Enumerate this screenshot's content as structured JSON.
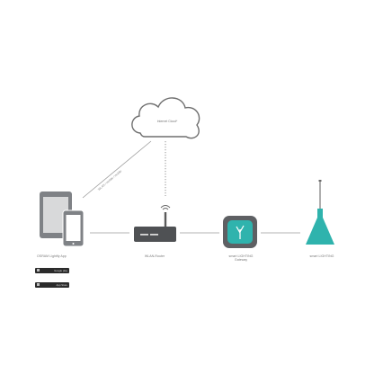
{
  "cloud": {
    "label": "Internet Cloud*"
  },
  "link": {
    "label": "WLAN / mobile / mobile"
  },
  "devices": [
    {
      "id": "app",
      "label": "OSRAM Lightify App"
    },
    {
      "id": "router",
      "label": "WLAN-Router"
    },
    {
      "id": "gateway",
      "label": "smart LIGHTING\nGateway"
    },
    {
      "id": "lamp",
      "label": "smart LIGHTING"
    }
  ],
  "stores": [
    {
      "name": "google-play",
      "label": "Google play"
    },
    {
      "name": "app-store",
      "label": "App Store"
    }
  ],
  "colors": {
    "teal": "#2fb3ad",
    "device": "#7f8286",
    "line": "#9a9a9a"
  }
}
